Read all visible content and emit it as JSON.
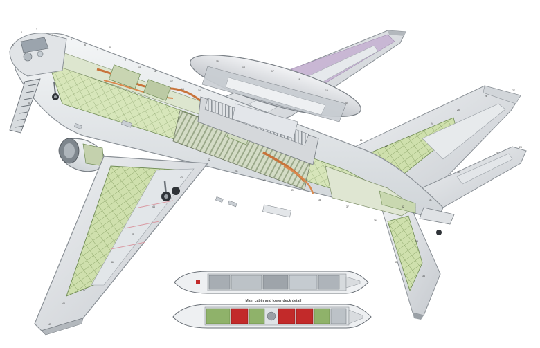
{
  "caption": "Main cabin and lower deck detail",
  "palette": {
    "skin": "#e9ecee",
    "skin_edge": "#8a9096",
    "structure": "#b9c7a2",
    "structure_dark": "#6f8b54",
    "wing_top": "#d9e7bd",
    "wing_shadow": "#c9ccd0",
    "radome": "#d8dadd",
    "wiring": "#c8733a",
    "purple_trim": "#b79ac2",
    "seat_grey": "#9da3aa",
    "red_module": "#c22a2a",
    "green_module": "#8fb26a",
    "pink_accent": "#d99aa3",
    "background": "#ffffff"
  },
  "callout_numbers": [
    "1",
    "2",
    "3",
    "4",
    "5",
    "6",
    "7",
    "8",
    "9",
    "10",
    "11",
    "12",
    "13",
    "14",
    "15",
    "16",
    "17",
    "18",
    "19",
    "20",
    "21",
    "22",
    "23",
    "24",
    "25",
    "26",
    "27",
    "28",
    "29",
    "30",
    "31",
    "32",
    "33",
    "34",
    "35",
    "36",
    "37",
    "38",
    "39",
    "40",
    "41",
    "42",
    "43",
    "44",
    "45",
    "46",
    "47",
    "48",
    "49",
    "50"
  ]
}
